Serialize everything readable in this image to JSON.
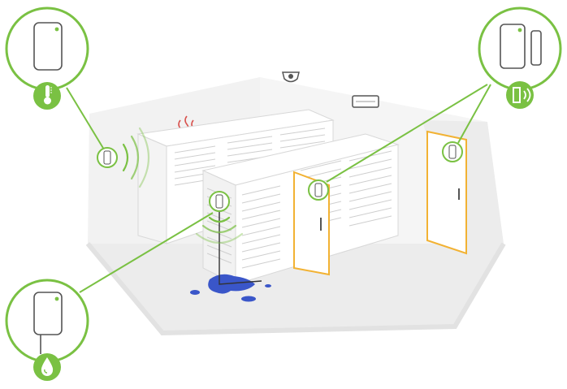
{
  "colors": {
    "accent_green": "#7ac143",
    "door_frame_orange": "#f2b233",
    "water_blue": "#3a56c9",
    "heat_red": "#d9534f",
    "room_wall": "#f2f2f2",
    "room_floor": "#ebebeb",
    "outline_gray": "#cfcfcf"
  },
  "callouts": [
    {
      "id": "temperature",
      "badge_icon": "thermometer-icon",
      "sensor": "wall-sensor"
    },
    {
      "id": "door-contact",
      "badge_icon": "door-sound-icon",
      "sensor": "door-contact-sensor"
    },
    {
      "id": "water-leak",
      "badge_icon": "water-drop-icon",
      "sensor": "leak-probe-sensor"
    }
  ],
  "scene_elements": [
    "room",
    "server-rack-back",
    "server-rack-front",
    "open-cabinet-door",
    "room-door",
    "ceiling-camera",
    "wall-vent",
    "heat-waves",
    "water-puddle",
    "wireless-signal-waves"
  ]
}
